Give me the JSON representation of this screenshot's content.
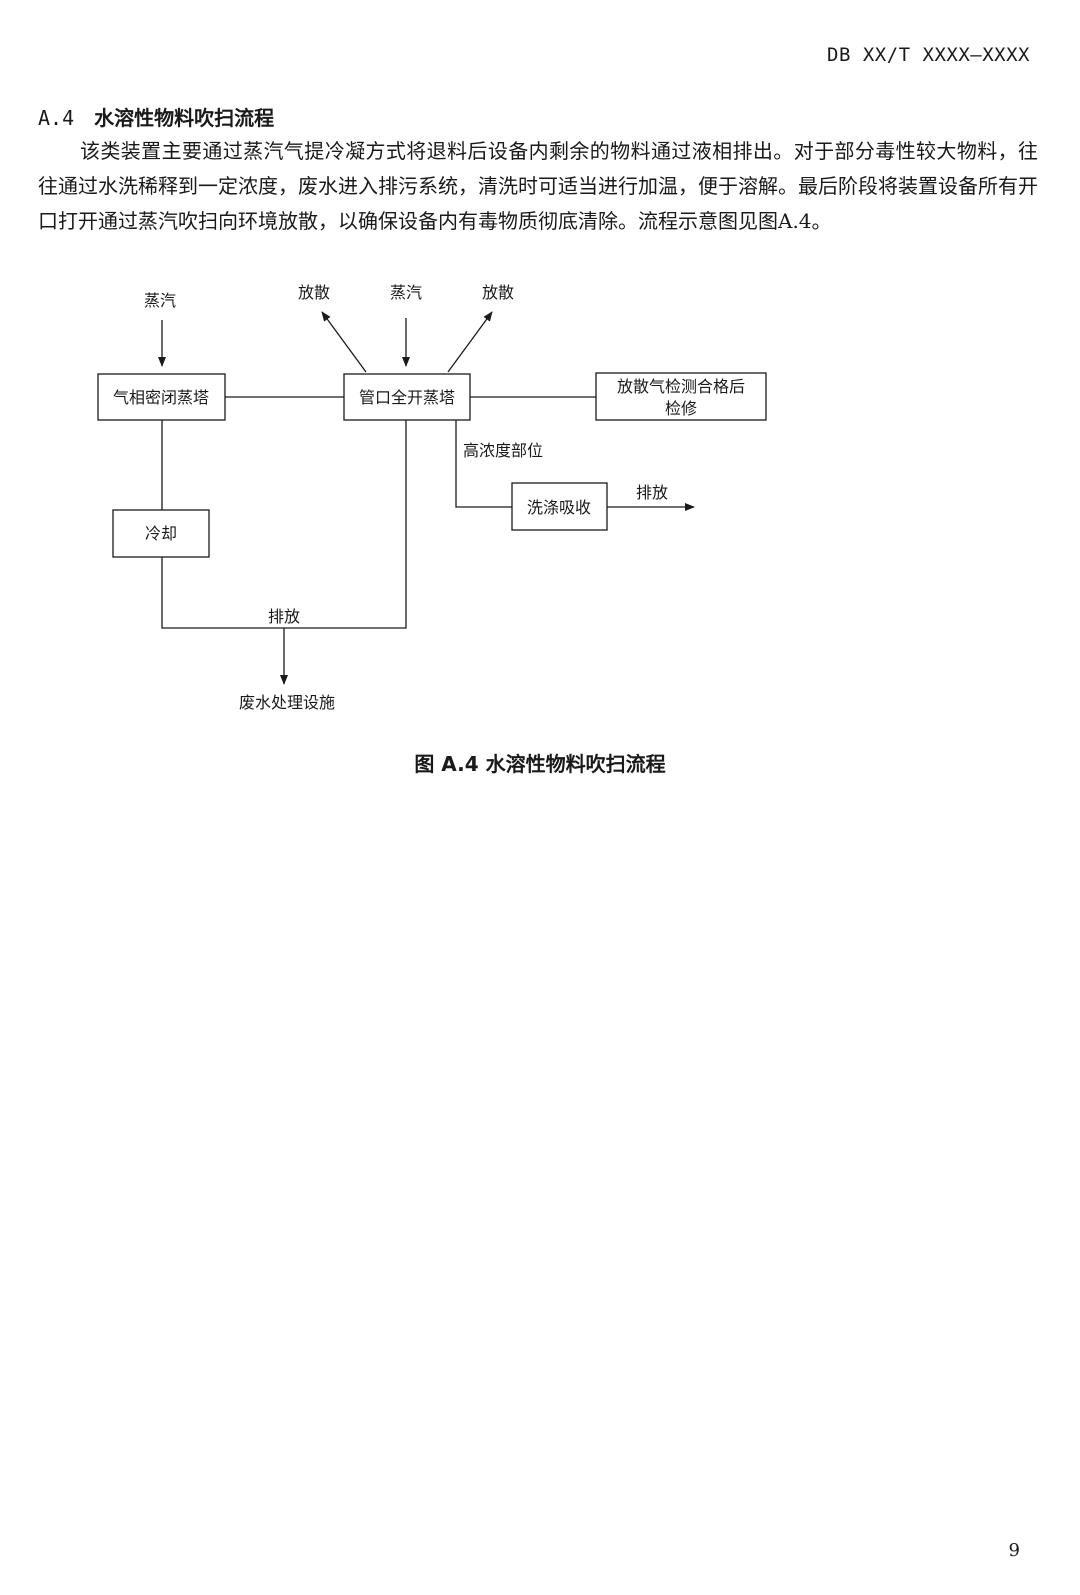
{
  "header": {
    "standard_code": "DB XX/T XXXX—XXXX"
  },
  "section": {
    "number": "A.4",
    "title": "水溶性物料吹扫流程",
    "paragraph": "该类装置主要通过蒸汽气提冷凝方式将退料后设备内剩余的物料通过液相排出。对于部分毒性较大物料，往往通过水洗稀释到一定浓度，废水进入排污系统，清洗时可适当进行加温，便于溶解。最后阶段将装置设备所有开口打开通过蒸汽吹扫向环境放散，以确保设备内有毒物质彻底清除。流程示意图见图A.4。"
  },
  "diagram": {
    "nodes": {
      "gas_phase_closed_steaming": "气相密闭蒸塔",
      "open_nozzle_steaming": "管口全开蒸塔",
      "inspect_after_vent": [
        "放散气检测合格后",
        "检修"
      ],
      "cooling": "冷却",
      "scrubbing_absorption": "洗涤吸收"
    },
    "labels": {
      "steam_left": "蒸汽",
      "steam_center": "蒸汽",
      "vent_left": "放散",
      "vent_right": "放散",
      "high_concentration": "高浓度部位",
      "discharge_right": "排放",
      "discharge_bottom": "排放",
      "wastewater_facility": "废水处理设施"
    }
  },
  "figure": {
    "caption": "图 A.4  水溶性物料吹扫流程"
  },
  "footer": {
    "page_number": "9"
  }
}
